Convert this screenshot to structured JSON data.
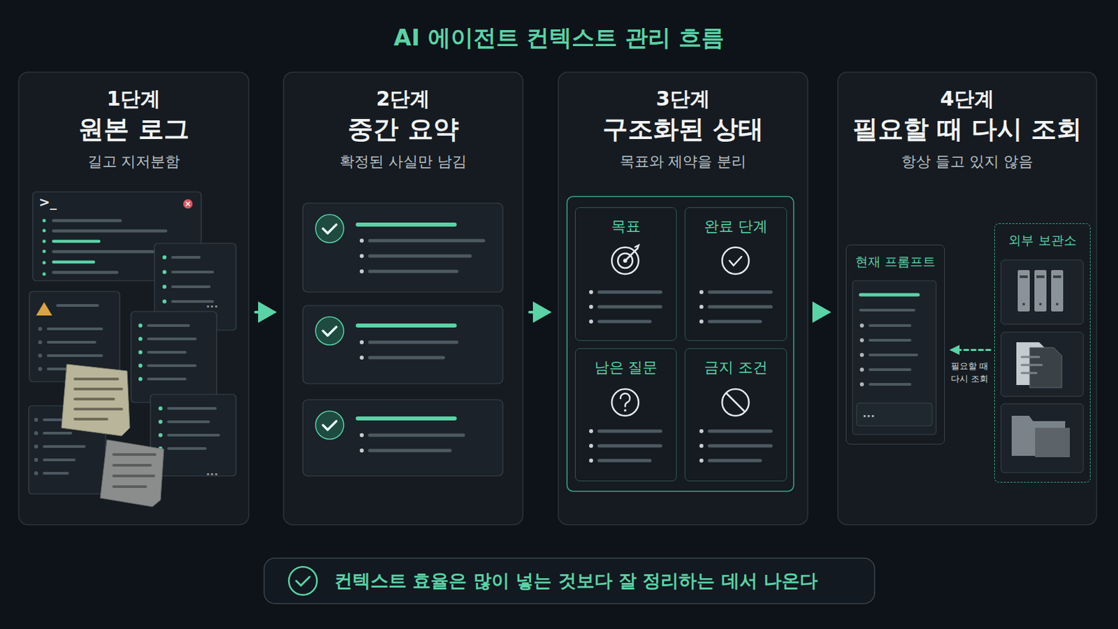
{
  "diagram": {
    "title": "AI 에이전트 컨텍스트 관리 흐름",
    "caption": "컨텍스트 효율은 많이 넣는 것보다 잘 정리하는 데서 나온다",
    "nodes": [
      {
        "text": [
          "1단계",
          "원본 로그",
          "길고 지저분함"
        ]
      },
      {
        "text": [
          "2단계",
          "중간 요약",
          "확정된 사실만 남김"
        ]
      },
      {
        "text": [
          "3단계",
          "구조화된 상태",
          "목표와 제약을 분리"
        ]
      },
      {
        "text": [
          "목표"
        ],
        "in": 2
      },
      {
        "text": [
          "완료 단계"
        ],
        "in": 2
      },
      {
        "text": [
          "남은 질문"
        ],
        "in": 2
      },
      {
        "text": [
          "금지 조건"
        ],
        "in": 2
      },
      {
        "text": [
          "4단계",
          "필요할 때 다시 조회",
          "항상 들고 있지 않음"
        ]
      },
      {
        "text": [
          "현재 프롬프트"
        ],
        "in": 7
      },
      {
        "text": [
          "외부 보관소"
        ],
        "in": 7
      }
    ],
    "edges": [
      {
        "from": 0,
        "to": 1,
        "arrow": "to"
      },
      {
        "from": 1,
        "to": 2,
        "arrow": "to"
      },
      {
        "from": 2,
        "to": 7,
        "arrow": "to"
      },
      {
        "from": 9,
        "to": 8,
        "label": "필요할 때 다시 조회",
        "arrow": "to"
      }
    ],
    "labels": [
      ">_",
      "...",
      "...",
      "..."
    ]
  }
}
